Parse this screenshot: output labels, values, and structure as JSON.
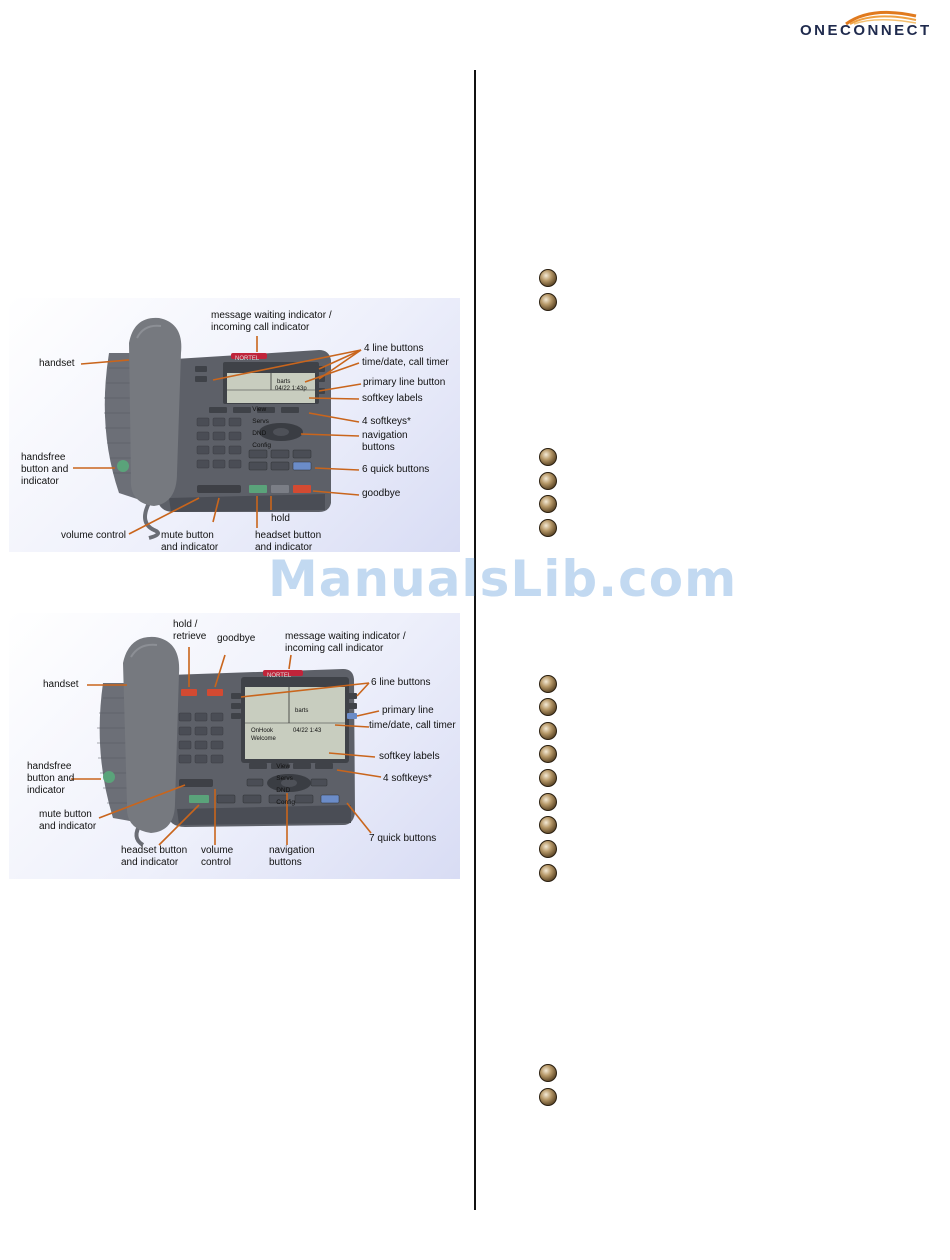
{
  "brand": {
    "name": "OneConnect",
    "logo_text": "ONECONNECT"
  },
  "watermark": "ManualsLib.com",
  "figure1": {
    "labels": {
      "mwi": "message waiting indicator /\nincoming call indicator",
      "handset": "handset",
      "line_buttons": "4 line buttons",
      "time_date": "time/date, call timer",
      "primary_line": "primary line button",
      "softkey_labels": "softkey labels",
      "softkeys": "4 softkeys*",
      "navigation": "navigation\nbuttons",
      "handsfree": "handsfree\nbutton and\nindicator",
      "quick_buttons": "6 quick buttons",
      "goodbye": "goodbye",
      "hold": "hold",
      "volume": "volume control",
      "mute": "mute button\nand indicator",
      "headset": "headset button\nand indicator"
    },
    "screen": {
      "brand": "NORTEL",
      "line": "barts",
      "date": "04/22 1:43p",
      "softkeys": [
        "View",
        "Servs",
        "DND",
        "Config"
      ]
    }
  },
  "figure2": {
    "labels": {
      "hold": "hold /\nretrieve",
      "goodbye": "goodbye",
      "mwi": "message waiting indicator /\nincoming call indicator",
      "handset": "handset",
      "line_buttons": "6 line buttons",
      "primary_line": "primary line",
      "time_date": "time/date, call timer",
      "handsfree": "handsfree\nbutton and\nindicator",
      "softkey_labels": "softkey labels",
      "softkeys": "4 softkeys*",
      "mute": "mute button\nand indicator",
      "quick_buttons": "7 quick buttons",
      "headset": "headset button\nand indicator",
      "volume": "volume\ncontrol",
      "navigation": "navigation\nbuttons"
    },
    "screen": {
      "brand": "NORTEL",
      "line": "barts",
      "status": "OnHook",
      "date": "04/22 1:43",
      "welcome": "Welcome",
      "softkeys": [
        "View",
        "Servs",
        "DND",
        "Config"
      ]
    }
  },
  "colors": {
    "arrow": "#c9651c",
    "phone_body": "#5d6068",
    "screen": "#c8cdbf",
    "mwi": "#c0243a"
  }
}
